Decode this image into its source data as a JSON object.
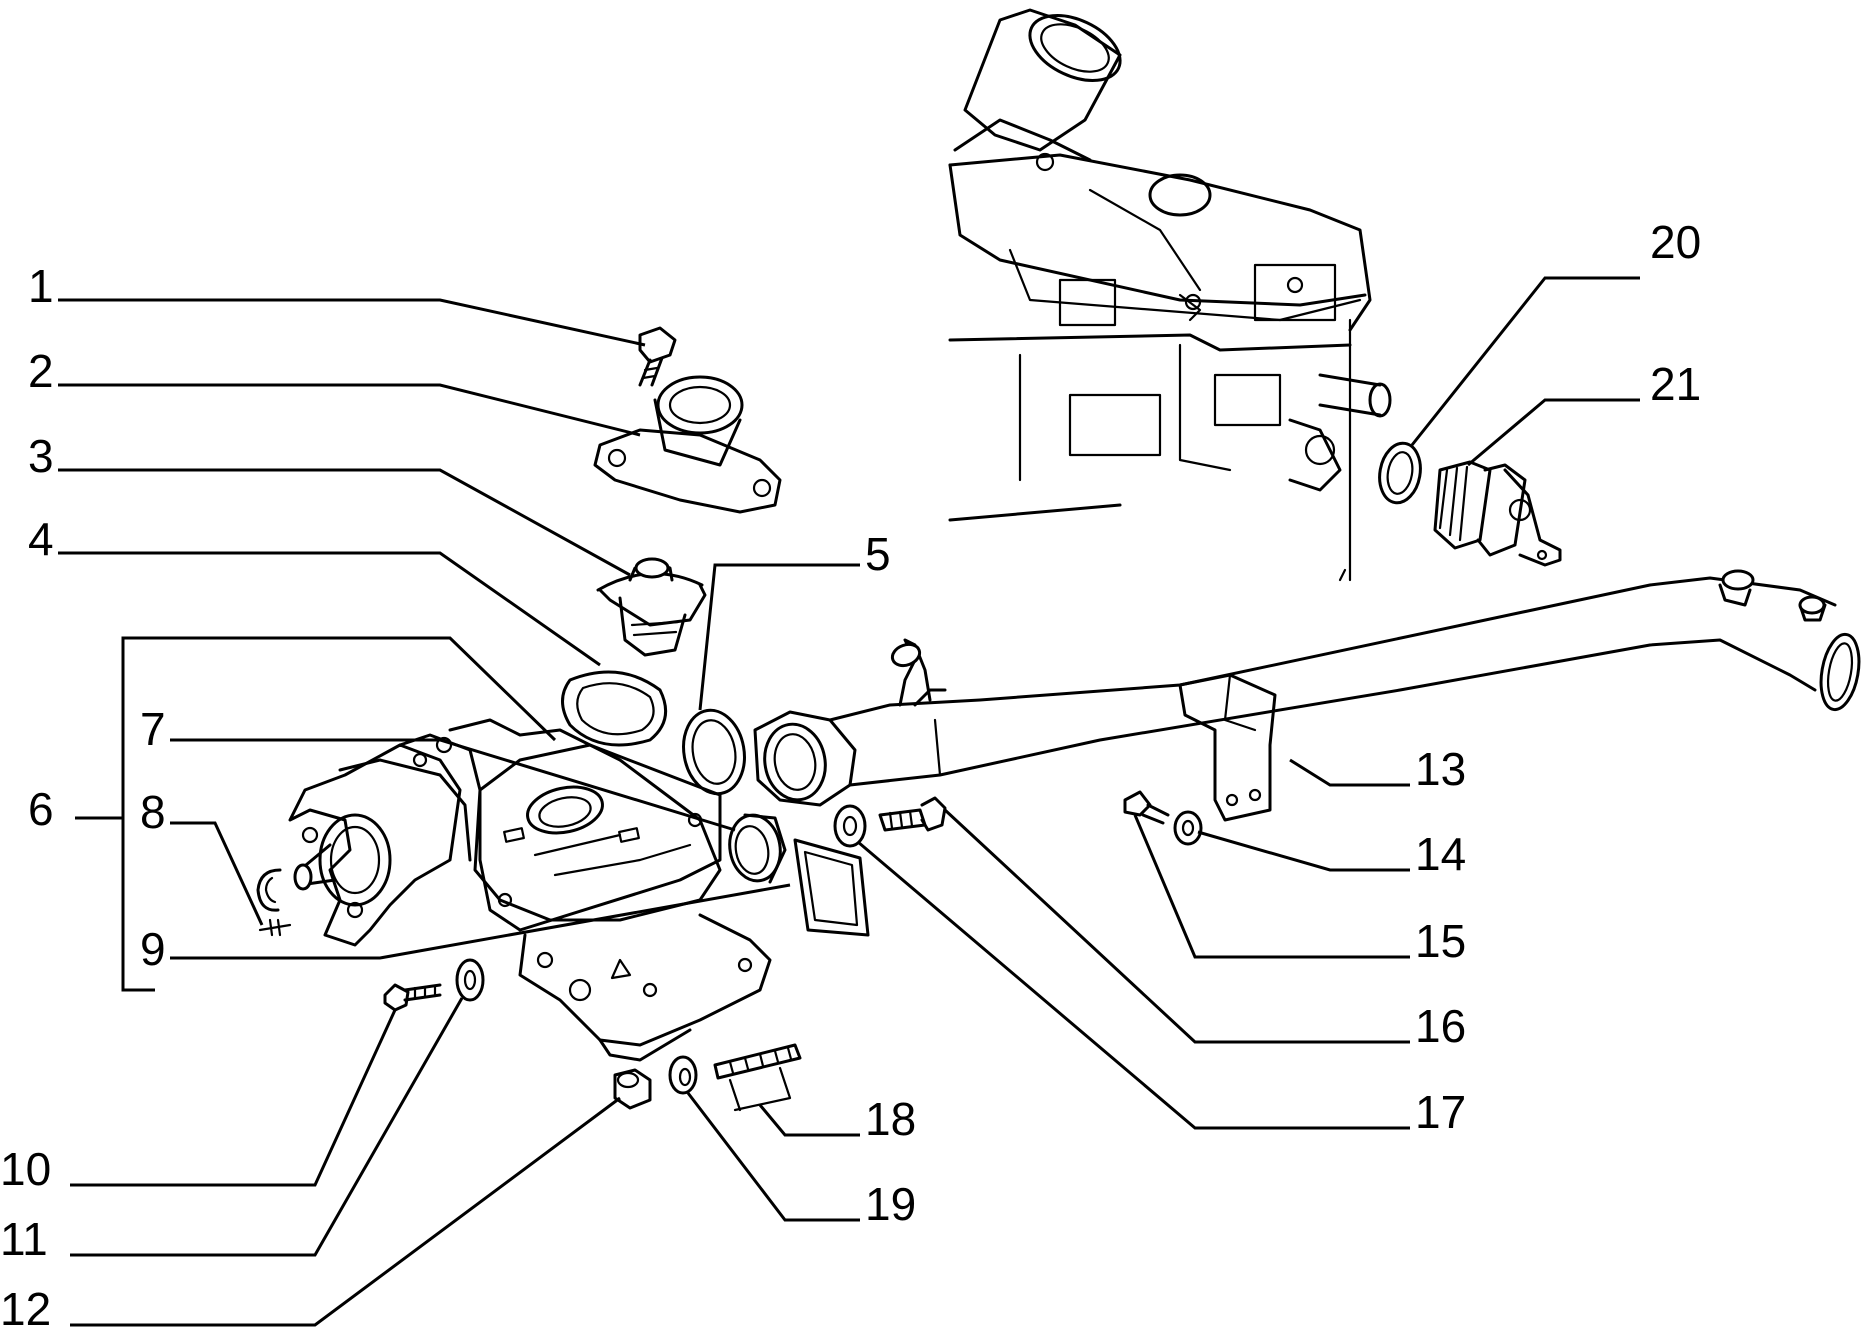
{
  "callouts": [
    {
      "id": "1",
      "label": "1"
    },
    {
      "id": "2",
      "label": "2"
    },
    {
      "id": "3",
      "label": "3"
    },
    {
      "id": "4",
      "label": "4"
    },
    {
      "id": "5",
      "label": "5"
    },
    {
      "id": "6",
      "label": "6"
    },
    {
      "id": "7",
      "label": "7"
    },
    {
      "id": "8",
      "label": "8"
    },
    {
      "id": "9",
      "label": "9"
    },
    {
      "id": "10",
      "label": "10"
    },
    {
      "id": "11",
      "label": "11"
    },
    {
      "id": "12",
      "label": "12"
    },
    {
      "id": "13",
      "label": "13"
    },
    {
      "id": "14",
      "label": "14"
    },
    {
      "id": "15",
      "label": "15"
    },
    {
      "id": "16",
      "label": "16"
    },
    {
      "id": "17",
      "label": "17"
    },
    {
      "id": "18",
      "label": "18"
    },
    {
      "id": "19",
      "label": "19"
    },
    {
      "id": "20",
      "label": "20"
    },
    {
      "id": "21",
      "label": "21"
    }
  ],
  "colors": {
    "ink": "#000000",
    "paper": "#ffffff"
  }
}
